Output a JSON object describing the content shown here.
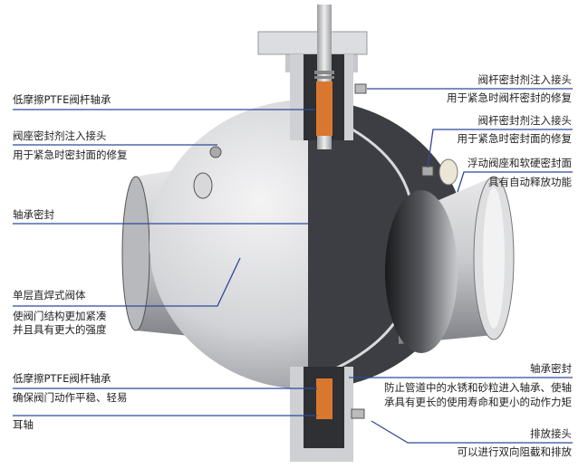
{
  "title": "全焊接球阀结构图",
  "colors": {
    "leader_line": "#2f4a9a",
    "body": "#d4d4d6",
    "ptfe": "#d9772e"
  },
  "left_labels": [
    {
      "title": "低摩擦PTFE阀杆轴承"
    },
    {
      "title": "阀座密封剂注入接头",
      "desc": [
        "用于紧急时密封面的修复"
      ]
    },
    {
      "title": "轴承密封"
    },
    {
      "title": "单层直焊式阀体",
      "desc": [
        "使阀门结构更加紧凑",
        "并且具有更大的强度"
      ]
    },
    {
      "title": "低摩擦PTFE阀杆轴承",
      "desc": [
        "确保阀门动作平稳、轻易"
      ]
    },
    {
      "title": "耳轴"
    }
  ],
  "right_labels": [
    {
      "title": "阀杆密封剂注入接头",
      "desc": [
        "用于紧急时阀杆密封的修复"
      ]
    },
    {
      "title": "阀杆密封剂注入接头",
      "desc": [
        "用于紧急时密封面的修复"
      ]
    },
    {
      "title": "浮动阀座和软硬密封面",
      "desc": [
        "具有自动释放功能"
      ]
    },
    {
      "title": "轴承密封",
      "desc": [
        "防止管道中的水锈和砂粒进入轴承、使轴",
        "承具有更长的使用寿命和更小的动作力矩"
      ]
    },
    {
      "title": "排放接头",
      "desc": [
        "可以进行双向阻截和排放"
      ]
    }
  ]
}
